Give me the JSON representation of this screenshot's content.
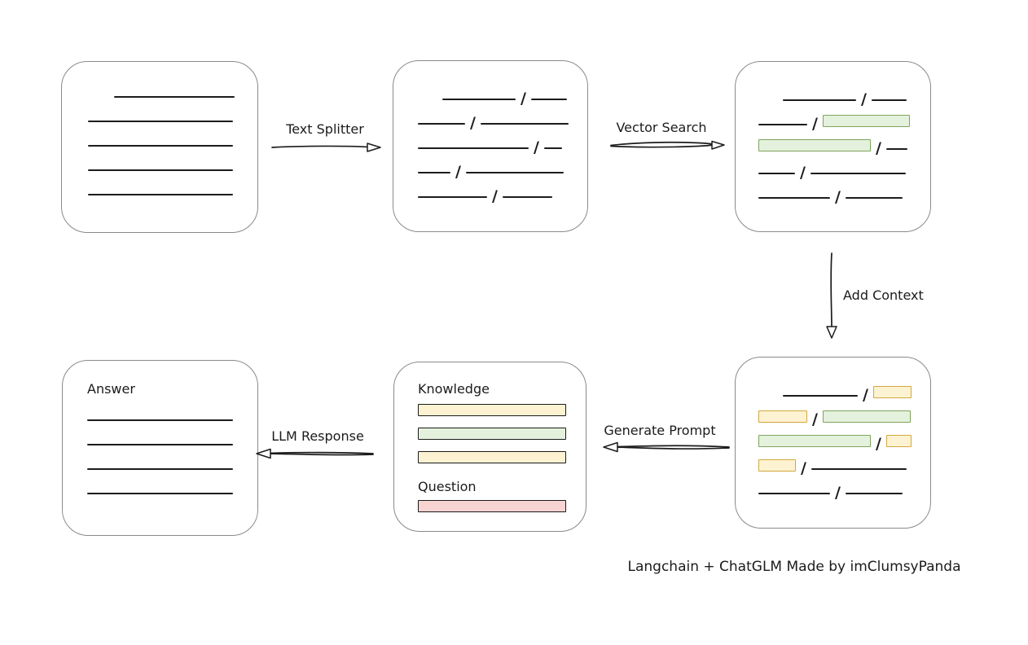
{
  "caption": "Langchain + ChatGLM Made by imClumsyPanda",
  "slash_separator": "/",
  "colors": {
    "line": "#1c1c1c",
    "box_border": "#8a8a8a",
    "green_fill": "#e4f1dc",
    "green_border": "#7fa55c",
    "yellow_fill": "#fdf3d2",
    "yellow_border": "#d3a73f",
    "red_fill": "#f7d4d1",
    "red_border": "#b4534e"
  },
  "arrows": {
    "text_splitter": {
      "label": "Text Splitter"
    },
    "vector_search": {
      "label": "Vector Search"
    },
    "add_context": {
      "label": "Add Context"
    },
    "generate_prompt": {
      "label": "Generate Prompt"
    },
    "llm_response": {
      "label": "LLM Response"
    }
  },
  "boxes": {
    "source_document": {
      "rows": [
        {
          "indent": 32,
          "segs": [
            {
              "t": "line",
              "w": 148
            }
          ]
        },
        {
          "segs": [
            {
              "t": "line",
              "w": 178
            }
          ]
        },
        {
          "segs": [
            {
              "t": "line",
              "w": 178
            }
          ]
        },
        {
          "segs": [
            {
              "t": "line",
              "w": 178
            }
          ]
        },
        {
          "segs": [
            {
              "t": "line",
              "w": 178
            }
          ]
        }
      ]
    },
    "split_chunks": {
      "rows": [
        {
          "indent": 30,
          "segs": [
            {
              "t": "line",
              "w": 90
            },
            {
              "t": "line",
              "w": 44
            }
          ]
        },
        {
          "segs": [
            {
              "t": "line",
              "w": 58
            },
            {
              "t": "line",
              "w": 108
            }
          ]
        },
        {
          "segs": [
            {
              "t": "line",
              "w": 136
            },
            {
              "t": "line",
              "w": 22
            }
          ]
        },
        {
          "segs": [
            {
              "t": "line",
              "w": 40
            },
            {
              "t": "line",
              "w": 120
            }
          ]
        },
        {
          "segs": [
            {
              "t": "line",
              "w": 85
            },
            {
              "t": "line",
              "w": 61
            }
          ]
        }
      ]
    },
    "vector_matches": {
      "rows": [
        {
          "indent": 30,
          "segs": [
            {
              "t": "line",
              "w": 90
            },
            {
              "t": "line",
              "w": 43
            }
          ]
        },
        {
          "segs": [
            {
              "t": "line",
              "w": 60
            },
            {
              "t": "green",
              "w": 107
            }
          ]
        },
        {
          "segs": [
            {
              "t": "green",
              "w": 138
            },
            {
              "t": "line",
              "w": 26
            }
          ]
        },
        {
          "segs": [
            {
              "t": "line",
              "w": 45
            },
            {
              "t": "line",
              "w": 117
            }
          ]
        },
        {
          "segs": [
            {
              "t": "line",
              "w": 88
            },
            {
              "t": "line",
              "w": 70
            }
          ]
        }
      ]
    },
    "context_chunks": {
      "rows": [
        {
          "indent": 30,
          "segs": [
            {
              "t": "line",
              "w": 92
            },
            {
              "t": "yellow",
              "w": 47
            }
          ]
        },
        {
          "segs": [
            {
              "t": "yellow",
              "w": 60
            },
            {
              "t": "green",
              "w": 108
            }
          ]
        },
        {
          "segs": [
            {
              "t": "green",
              "w": 138
            },
            {
              "t": "yellow",
              "w": 31
            }
          ]
        },
        {
          "segs": [
            {
              "t": "yellow",
              "w": 46
            },
            {
              "t": "line",
              "w": 117
            }
          ]
        },
        {
          "segs": [
            {
              "t": "line",
              "w": 88
            },
            {
              "t": "line",
              "w": 70
            }
          ]
        }
      ]
    },
    "prompt": {
      "knowledge_label": "Knowledge",
      "question_label": "Question",
      "knowledge_bars": [
        "yellow",
        "green",
        "yellow"
      ],
      "question_bars": [
        "red"
      ]
    },
    "answer": {
      "label": "Answer",
      "rows": [
        {
          "segs": [
            {
              "t": "line",
              "w": 179
            }
          ]
        },
        {
          "segs": [
            {
              "t": "line",
              "w": 179
            }
          ]
        },
        {
          "segs": [
            {
              "t": "line",
              "w": 179
            }
          ]
        },
        {
          "segs": [
            {
              "t": "line",
              "w": 179
            }
          ]
        }
      ]
    }
  }
}
